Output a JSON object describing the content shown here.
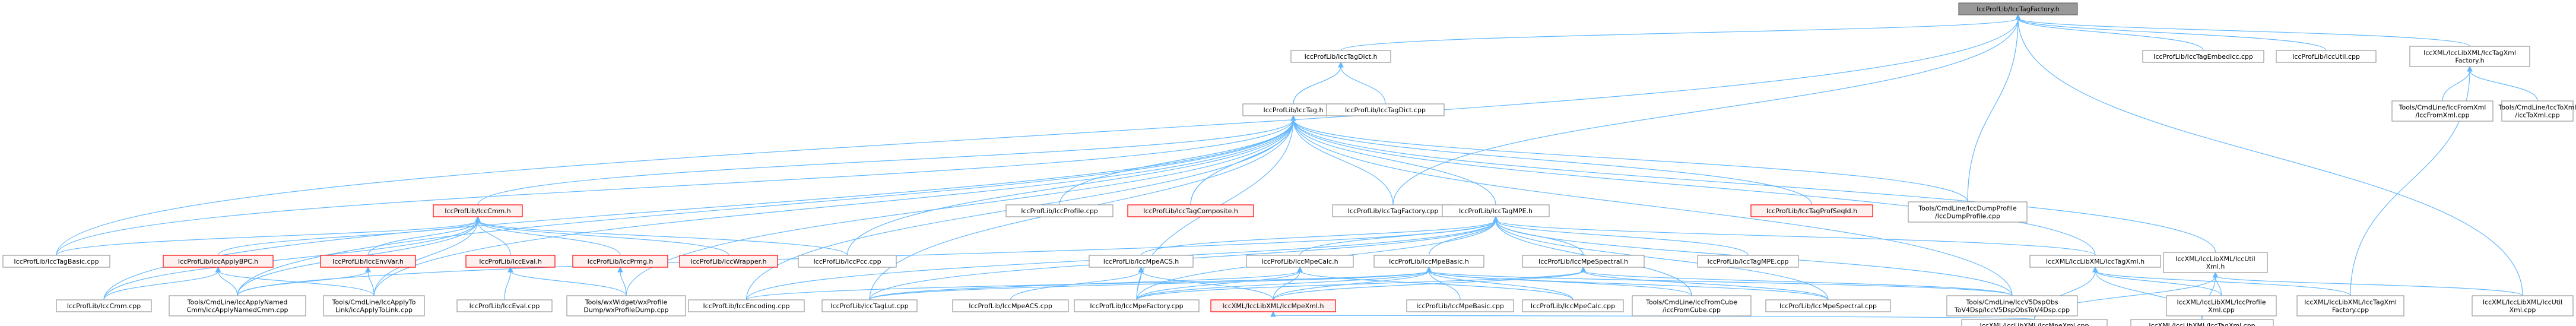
{
  "colors": {
    "edge": "#63b8ff",
    "node_border": "#999999",
    "node_fill": "#ffffff",
    "node_border_red": "#ff0000",
    "node_fill_red": "#fff0f0",
    "root_fill": "#999999",
    "root_border": "#666666"
  },
  "nodes": [
    {
      "id": "n0",
      "lines": [
        "IccProfLib/IccTagFactory.h"
      ],
      "style": "root"
    },
    {
      "id": "n1",
      "lines": [
        "IccProfLib/IccTagDict.h"
      ],
      "style": "normal"
    },
    {
      "id": "n2",
      "lines": [
        "IccProfLib/IccTagEmbedIcc.cpp"
      ],
      "style": "normal"
    },
    {
      "id": "n3",
      "lines": [
        "IccProfLib/IccUtil.cpp"
      ],
      "style": "normal"
    },
    {
      "id": "n4",
      "lines": [
        "IccXML/IccLibXML/IccTagXml",
        "Factory.h"
      ],
      "style": "normal"
    },
    {
      "id": "n5",
      "lines": [
        "IccProfLib/IccTag.h"
      ],
      "style": "normal"
    },
    {
      "id": "n6",
      "lines": [
        "IccProfLib/IccTagDict.cpp"
      ],
      "style": "normal"
    },
    {
      "id": "n7",
      "lines": [
        "Tools/CmdLine/IccFromXml",
        "/IccFromXml.cpp"
      ],
      "style": "normal"
    },
    {
      "id": "n8",
      "lines": [
        "Tools/CmdLine/IccToXml",
        "/IccToXml.cpp"
      ],
      "style": "normal"
    },
    {
      "id": "n9",
      "lines": [
        "IccProfLib/IccCmm.h"
      ],
      "style": "red"
    },
    {
      "id": "n10",
      "lines": [
        "IccProfLib/IccProfile.cpp"
      ],
      "style": "normal"
    },
    {
      "id": "n11",
      "lines": [
        "IccProfLib/IccTagComposite.h"
      ],
      "style": "red"
    },
    {
      "id": "n12",
      "lines": [
        "IccProfLib/IccTagFactory.cpp"
      ],
      "style": "normal"
    },
    {
      "id": "n13",
      "lines": [
        "IccProfLib/IccTagMPE.h"
      ],
      "style": "normal"
    },
    {
      "id": "n14",
      "lines": [
        "IccProfLib/IccTagProfSeqId.h"
      ],
      "style": "red"
    },
    {
      "id": "n15",
      "lines": [
        "Tools/CmdLine/IccDumpProfile",
        "/IccDumpProfile.cpp"
      ],
      "style": "normal"
    },
    {
      "id": "n16",
      "lines": [
        "IccProfLib/IccTagBasic.cpp"
      ],
      "style": "normal"
    },
    {
      "id": "n17",
      "lines": [
        "IccProfLib/IccApplyBPC.h"
      ],
      "style": "red"
    },
    {
      "id": "n18",
      "lines": [
        "IccProfLib/IccEnvVar.h"
      ],
      "style": "red"
    },
    {
      "id": "n19",
      "lines": [
        "IccProfLib/IccEval.h"
      ],
      "style": "red"
    },
    {
      "id": "n20",
      "lines": [
        "IccProfLib/IccPrmg.h"
      ],
      "style": "red"
    },
    {
      "id": "n21",
      "lines": [
        "IccProfLib/IccWrapper.h"
      ],
      "style": "red"
    },
    {
      "id": "n22",
      "lines": [
        "IccProfLib/IccPcc.cpp"
      ],
      "style": "normal"
    },
    {
      "id": "n23",
      "lines": [
        "IccProfLib/IccMpeACS.h"
      ],
      "style": "normal"
    },
    {
      "id": "n24",
      "lines": [
        "IccProfLib/IccMpeCalc.h"
      ],
      "style": "normal"
    },
    {
      "id": "n25",
      "lines": [
        "IccProfLib/IccMpeBasic.h"
      ],
      "style": "normal"
    },
    {
      "id": "n26",
      "lines": [
        "IccProfLib/IccMpeSpectral.h"
      ],
      "style": "normal"
    },
    {
      "id": "n27",
      "lines": [
        "IccProfLib/IccTagMPE.cpp"
      ],
      "style": "normal"
    },
    {
      "id": "n28",
      "lines": [
        "IccXML/IccLibXML/IccTagXml.h"
      ],
      "style": "normal"
    },
    {
      "id": "n29",
      "lines": [
        "IccXML/IccLibXML/IccUtil",
        "Xml.h"
      ],
      "style": "normal"
    },
    {
      "id": "n30",
      "lines": [
        "IccProfLib/IccCmm.cpp"
      ],
      "style": "normal"
    },
    {
      "id": "n31",
      "lines": [
        "Tools/CmdLine/IccApplyNamed",
        "Cmm/iccApplyNamedCmm.cpp"
      ],
      "style": "normal"
    },
    {
      "id": "n32",
      "lines": [
        "Tools/CmdLine/IccApplyTo",
        "Link/iccApplyToLink.cpp"
      ],
      "style": "normal"
    },
    {
      "id": "n33",
      "lines": [
        "IccProfLib/IccEval.cpp"
      ],
      "style": "normal"
    },
    {
      "id": "n34",
      "lines": [
        "Tools/wxWidget/wxProfile",
        "Dump/wxProfileDump.cpp"
      ],
      "style": "normal"
    },
    {
      "id": "n35",
      "lines": [
        "IccProfLib/IccEncoding.cpp"
      ],
      "style": "normal"
    },
    {
      "id": "n36",
      "lines": [
        "IccProfLib/IccTagLut.cpp"
      ],
      "style": "normal"
    },
    {
      "id": "n37",
      "lines": [
        "IccProfLib/IccMpeACS.cpp"
      ],
      "style": "normal"
    },
    {
      "id": "n38",
      "lines": [
        "IccProfLib/IccMpeFactory.cpp"
      ],
      "style": "normal"
    },
    {
      "id": "n39",
      "lines": [
        "IccXML/IccLibXML/IccMpeXml.h"
      ],
      "style": "red"
    },
    {
      "id": "n40",
      "lines": [
        "IccProfLib/IccMpeBasic.cpp"
      ],
      "style": "normal"
    },
    {
      "id": "n41",
      "lines": [
        "IccProfLib/IccMpeCalc.cpp"
      ],
      "style": "normal"
    },
    {
      "id": "n42",
      "lines": [
        "Tools/CmdLine/IccFromCube",
        "/iccFromCube.cpp"
      ],
      "style": "normal"
    },
    {
      "id": "n43",
      "lines": [
        "IccProfLib/IccMpeSpectral.cpp"
      ],
      "style": "normal"
    },
    {
      "id": "n44",
      "lines": [
        "Tools/CmdLine/IccV5DspObs",
        "ToV4Dsp/IccV5DspObsToV4Dsp.cpp"
      ],
      "style": "normal"
    },
    {
      "id": "n45",
      "lines": [
        "IccXML/IccLibXML/IccProfile",
        "Xml.cpp"
      ],
      "style": "normal"
    },
    {
      "id": "n46",
      "lines": [
        "IccXML/IccLibXML/IccTagXml",
        "Factory.cpp"
      ],
      "style": "normal"
    },
    {
      "id": "n47",
      "lines": [
        "IccXML/IccLibXML/IccUtil",
        "Xml.cpp"
      ],
      "style": "normal"
    },
    {
      "id": "n48",
      "lines": [
        "IccXML/IccLibXML/IccMpeXml.cpp"
      ],
      "style": "normal"
    },
    {
      "id": "n49",
      "lines": [
        "IccXML/IccLibXML/IccTagXml.cpp"
      ],
      "style": "normal"
    }
  ],
  "edges": [
    [
      "n0",
      "n1"
    ],
    [
      "n0",
      "n2"
    ],
    [
      "n0",
      "n3"
    ],
    [
      "n0",
      "n4"
    ],
    [
      "n0",
      "n12"
    ],
    [
      "n0",
      "n15"
    ],
    [
      "n0",
      "n16"
    ],
    [
      "n0",
      "n47"
    ],
    [
      "n1",
      "n5"
    ],
    [
      "n1",
      "n6"
    ],
    [
      "n4",
      "n7"
    ],
    [
      "n4",
      "n8"
    ],
    [
      "n4",
      "n46"
    ],
    [
      "n5",
      "n1"
    ],
    [
      "n5",
      "n9"
    ],
    [
      "n5",
      "n10"
    ],
    [
      "n5",
      "n11"
    ],
    [
      "n5",
      "n12"
    ],
    [
      "n5",
      "n13"
    ],
    [
      "n5",
      "n14"
    ],
    [
      "n5",
      "n15"
    ],
    [
      "n5",
      "n16"
    ],
    [
      "n5",
      "n22"
    ],
    [
      "n5",
      "n28"
    ],
    [
      "n5",
      "n30"
    ],
    [
      "n5",
      "n31"
    ],
    [
      "n5",
      "n32"
    ],
    [
      "n5",
      "n34"
    ],
    [
      "n5",
      "n35"
    ],
    [
      "n5",
      "n36"
    ],
    [
      "n5",
      "n38"
    ],
    [
      "n5",
      "n44"
    ],
    [
      "n5",
      "n29"
    ],
    [
      "n9",
      "n17"
    ],
    [
      "n9",
      "n18"
    ],
    [
      "n9",
      "n19"
    ],
    [
      "n9",
      "n20"
    ],
    [
      "n9",
      "n21"
    ],
    [
      "n9",
      "n22"
    ],
    [
      "n9",
      "n30"
    ],
    [
      "n9",
      "n31"
    ],
    [
      "n9",
      "n32"
    ],
    [
      "n9",
      "n16"
    ],
    [
      "n11",
      "n5"
    ],
    [
      "n13",
      "n23"
    ],
    [
      "n13",
      "n24"
    ],
    [
      "n13",
      "n25"
    ],
    [
      "n13",
      "n26"
    ],
    [
      "n13",
      "n27"
    ],
    [
      "n13",
      "n28"
    ],
    [
      "n13",
      "n35"
    ],
    [
      "n13",
      "n36"
    ],
    [
      "n13",
      "n42"
    ],
    [
      "n13",
      "n44"
    ],
    [
      "n13",
      "n31"
    ],
    [
      "n13",
      "n38"
    ],
    [
      "n13",
      "n43"
    ],
    [
      "n17",
      "n30"
    ],
    [
      "n17",
      "n31"
    ],
    [
      "n17",
      "n32"
    ],
    [
      "n18",
      "n31"
    ],
    [
      "n18",
      "n32"
    ],
    [
      "n19",
      "n33"
    ],
    [
      "n19",
      "n34"
    ],
    [
      "n20",
      "n34"
    ],
    [
      "n23",
      "n37"
    ],
    [
      "n23",
      "n38"
    ],
    [
      "n23",
      "n39"
    ],
    [
      "n24",
      "n38"
    ],
    [
      "n24",
      "n39"
    ],
    [
      "n24",
      "n41"
    ],
    [
      "n24",
      "n36"
    ],
    [
      "n25",
      "n38"
    ],
    [
      "n25",
      "n39"
    ],
    [
      "n25",
      "n40"
    ],
    [
      "n25",
      "n41"
    ],
    [
      "n25",
      "n42"
    ],
    [
      "n25",
      "n43"
    ],
    [
      "n25",
      "n44"
    ],
    [
      "n25",
      "n36"
    ],
    [
      "n25",
      "n35"
    ],
    [
      "n26",
      "n38"
    ],
    [
      "n26",
      "n39"
    ],
    [
      "n26",
      "n43"
    ],
    [
      "n26",
      "n44"
    ],
    [
      "n28",
      "n45"
    ],
    [
      "n28",
      "n46"
    ],
    [
      "n28",
      "n48"
    ],
    [
      "n28",
      "n49"
    ],
    [
      "n29",
      "n45"
    ],
    [
      "n29",
      "n47"
    ],
    [
      "n29",
      "n48"
    ],
    [
      "n29",
      "n49"
    ],
    [
      "n39",
      "n48"
    ]
  ]
}
